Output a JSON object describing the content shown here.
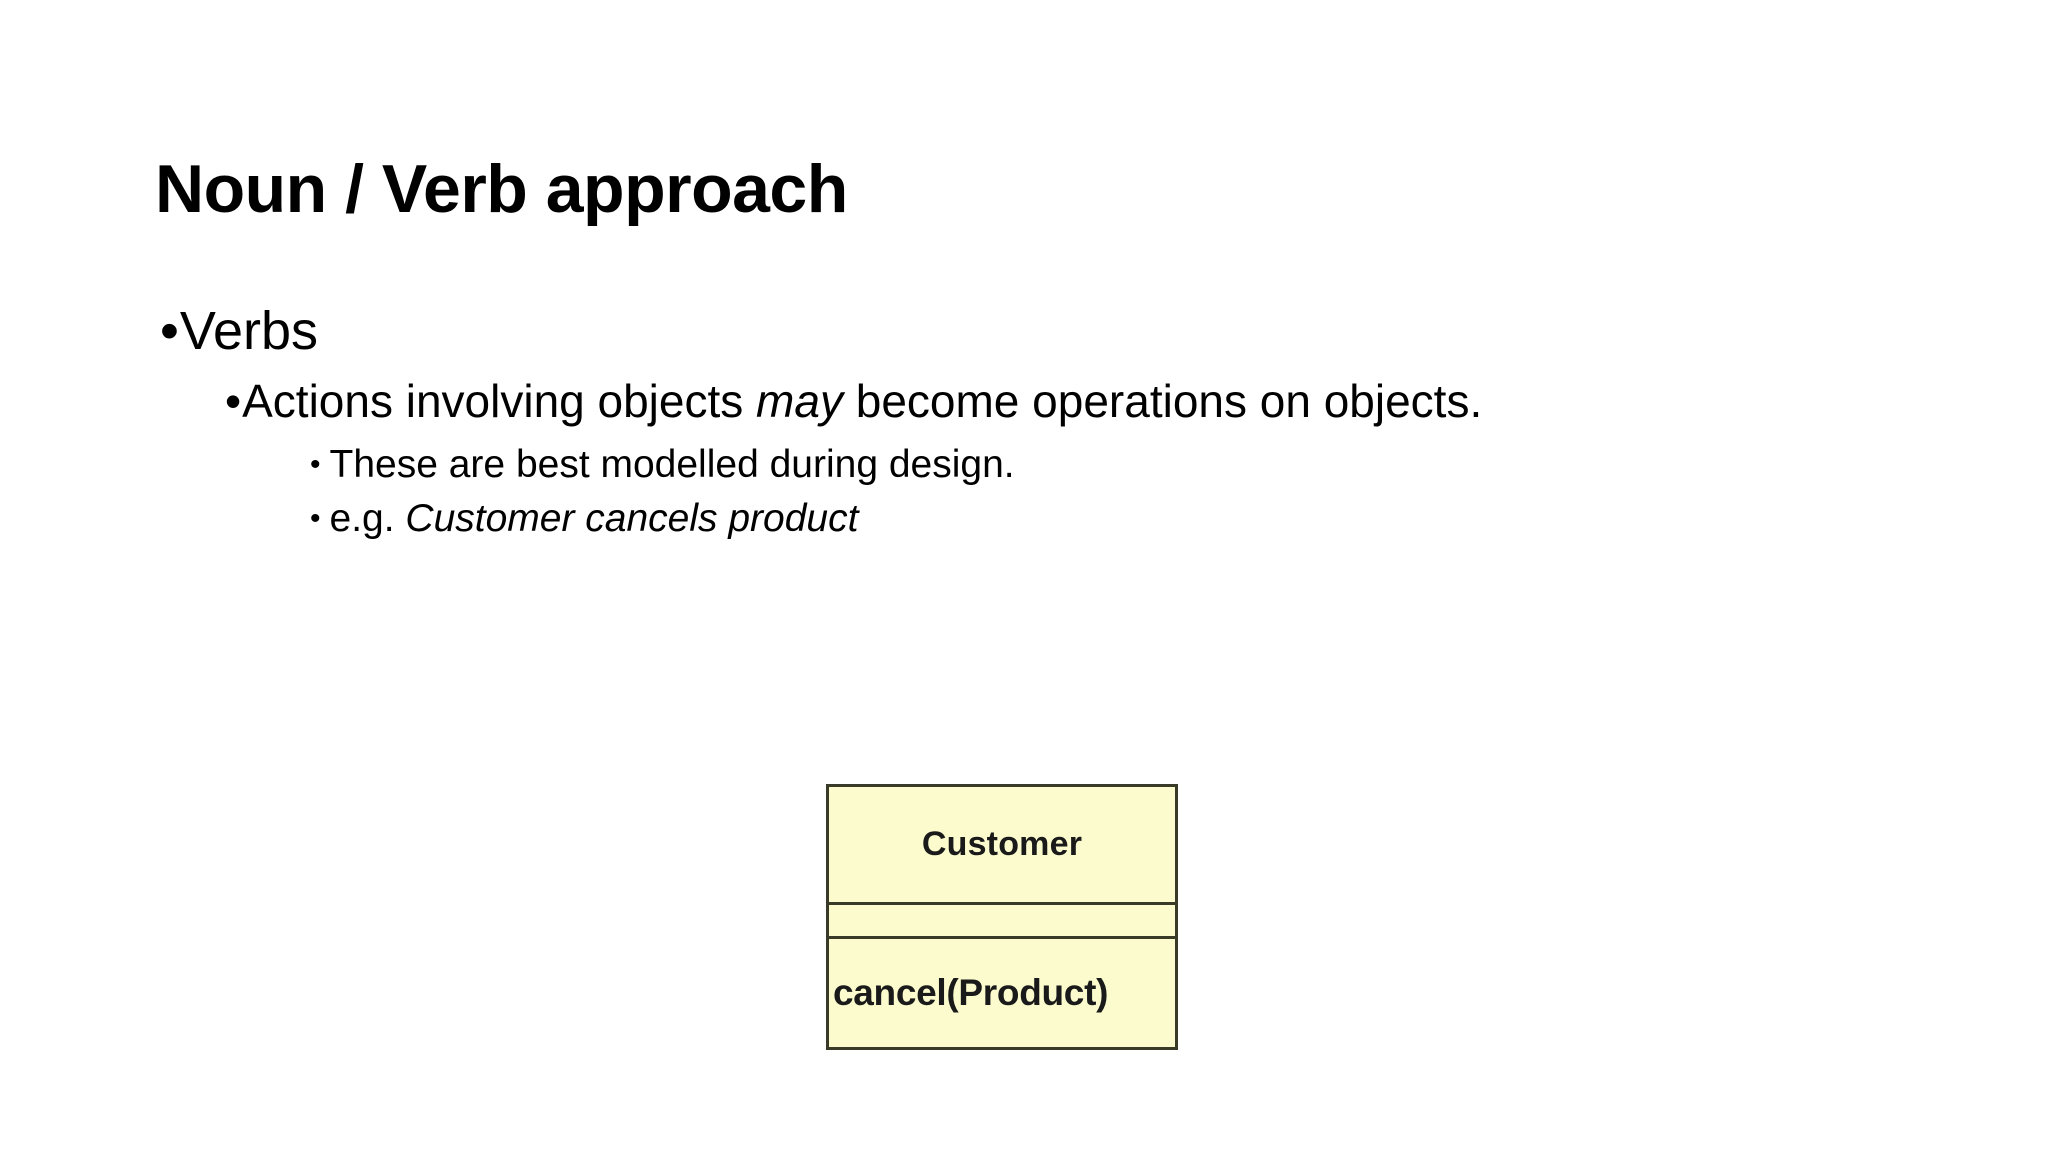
{
  "slide": {
    "title": "Noun / Verb approach",
    "background_color": "#ffffff",
    "text_color": "#000000"
  },
  "bullets": {
    "bullet_glyph": "•",
    "level1": {
      "text": "Verbs"
    },
    "level2": {
      "text_before_italic": "Actions involving objects ",
      "italic_word": "may",
      "text_after_italic": " become operations on objects."
    },
    "level3": [
      {
        "text": "These are best modelled during design.",
        "italic_part": ""
      },
      {
        "text": "e.g. ",
        "italic_part": "Customer cancels product"
      }
    ]
  },
  "uml_diagram": {
    "class_name": "Customer",
    "attributes": "",
    "operations": "cancel(Product)",
    "fill_color": "#fbfbcd",
    "border_color": "#3a3a28"
  }
}
